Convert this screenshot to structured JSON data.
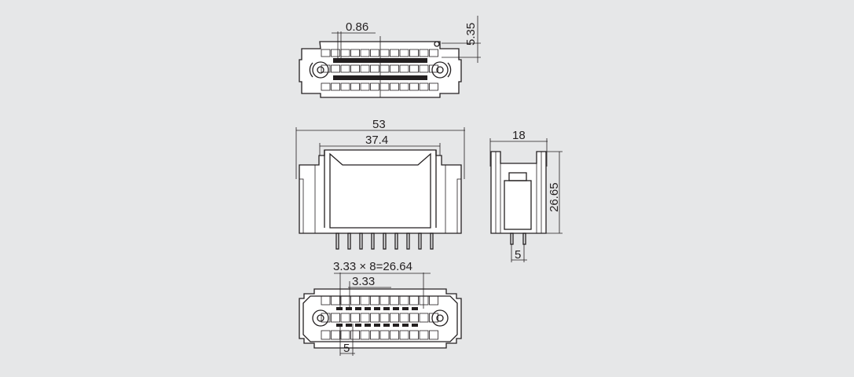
{
  "diagram": {
    "background_color": "#e6e7e8",
    "line_color": "#231f20",
    "top_view": {
      "pitch_label": "0.86",
      "height_label": "5.35"
    },
    "front_view": {
      "overall_width_label": "53",
      "inner_width_label": "37.4"
    },
    "side_view": {
      "depth_label": "18",
      "height_label": "26.65",
      "pin_label": "5"
    },
    "bottom_view": {
      "pitch_total_label": "3.33 × 8=26.64",
      "pitch_label": "3.33",
      "pin_label": "5"
    }
  }
}
